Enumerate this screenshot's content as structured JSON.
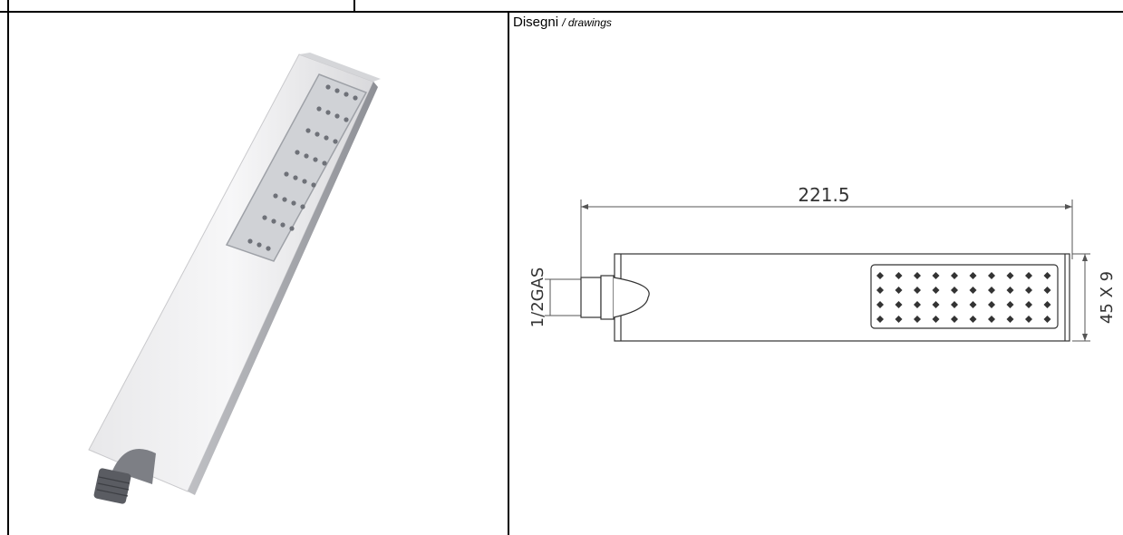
{
  "header_section": {
    "title": "Disegni",
    "subtitle": "/ drawings"
  },
  "drawing": {
    "length_label": "221.5",
    "thread_label": "1/2GAS",
    "section_label": "45 X 9"
  },
  "photo": {
    "subject": "hand-shower"
  }
}
